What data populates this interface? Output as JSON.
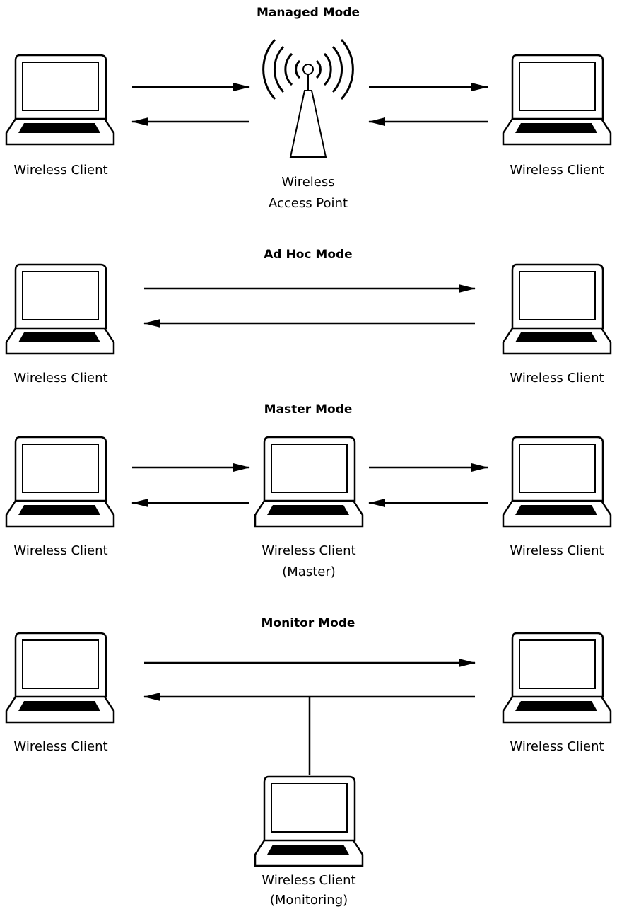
{
  "sections": {
    "managed": {
      "title": "Managed Mode",
      "left_client": "Wireless Client",
      "right_client": "Wireless Client",
      "ap_line1": "Wireless",
      "ap_line2": "Access Point"
    },
    "adhoc": {
      "title": "Ad Hoc Mode",
      "left_client": "Wireless Client",
      "right_client": "Wireless Client"
    },
    "master": {
      "title": "Master Mode",
      "left_client": "Wireless Client",
      "center_client": "Wireless Client",
      "center_role": "(Master)",
      "right_client": "Wireless Client"
    },
    "monitor": {
      "title": "Monitor Mode",
      "left_client": "Wireless Client",
      "right_client": "Wireless Client",
      "bottom_client": "Wireless Client",
      "bottom_role": "(Monitoring)"
    }
  },
  "icons": {
    "client": "laptop-icon",
    "access_point": "antenna-tower-icon"
  }
}
